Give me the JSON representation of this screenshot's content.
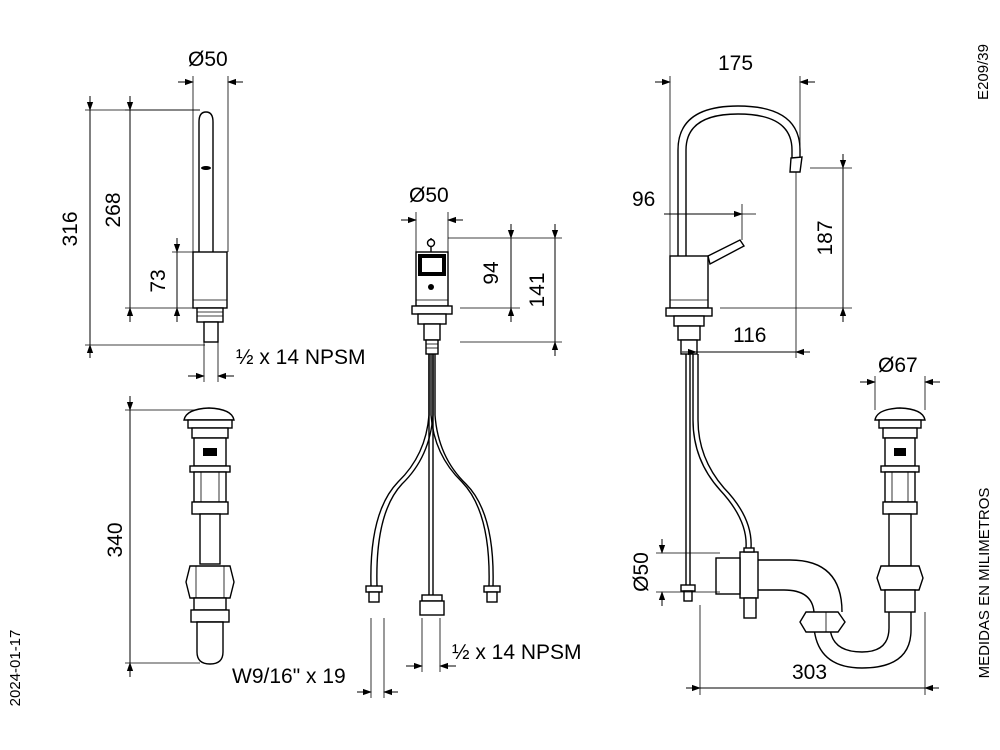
{
  "drawing_code": "E209/39",
  "date": "2024-01-17",
  "units_note": "MEDIDAS EN MILIMETROS",
  "dimensions": {
    "spout1_diameter": "Ø50",
    "spout1_height_total": "316",
    "spout1_height_268": "268",
    "spout1_base_73": "73",
    "spout1_thread": "½ x 14 NPSM",
    "handle_diameter": "Ø50",
    "handle_94": "94",
    "handle_141": "141",
    "handle_thread": "½ x 14 NPSM",
    "hose_thread": "W9/16\" x 19",
    "drain_height": "340",
    "side_reach": "175",
    "side_96": "96",
    "side_187": "187",
    "side_116": "116",
    "trap_diameter": "Ø67",
    "trap_pipe_diameter": "Ø50",
    "trap_length": "303"
  }
}
